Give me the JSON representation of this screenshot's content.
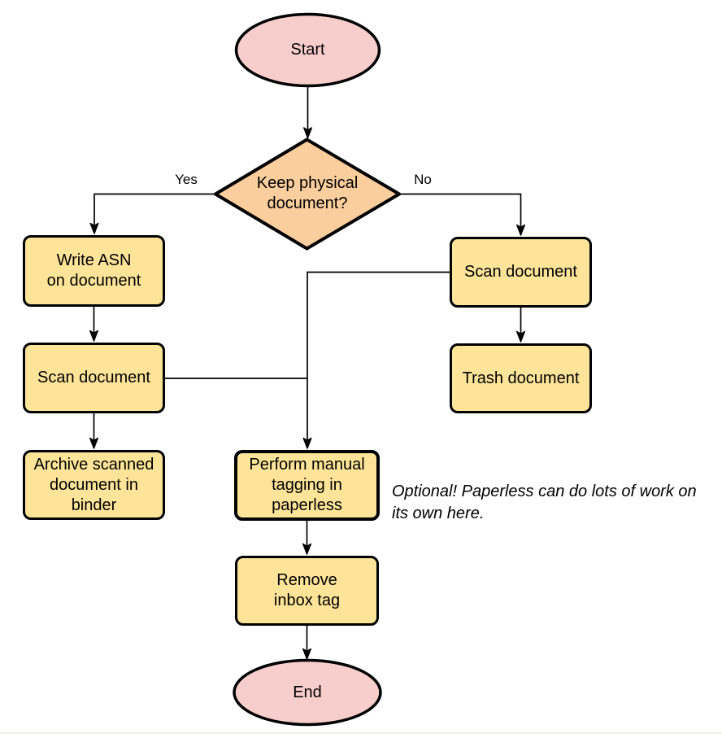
{
  "page": {
    "background": "#ffffff",
    "bottom_edge_color": "#f0f0e8"
  },
  "colors": {
    "terminal_fill": "#f8cecc",
    "decision_fill": "#fbce9d",
    "process_fill": "#fde499",
    "stroke": "#000000",
    "text": "#000000"
  },
  "nodes": {
    "start": {
      "label": "Start"
    },
    "decision": {
      "lines": [
        "Keep physical",
        "document?"
      ]
    },
    "write_asn": {
      "lines": [
        "Write ASN",
        "on document"
      ]
    },
    "scan_document_left": {
      "label": "Scan document"
    },
    "archive_binder": {
      "lines": [
        "Archive scanned",
        "document in",
        "binder"
      ]
    },
    "scan_document_right": {
      "label": "Scan document"
    },
    "trash_document": {
      "label": "Trash document"
    },
    "manual_tagging": {
      "lines": [
        "Perform manual",
        "tagging in",
        "paperless"
      ]
    },
    "remove_inbox_tag": {
      "lines": [
        "Remove",
        "inbox tag"
      ]
    },
    "end": {
      "label": "End"
    }
  },
  "edge_labels": {
    "yes": "Yes",
    "no": "No"
  },
  "annotation": {
    "lines": [
      "Optional! Paperless can do lots of work on",
      "its own here."
    ]
  }
}
